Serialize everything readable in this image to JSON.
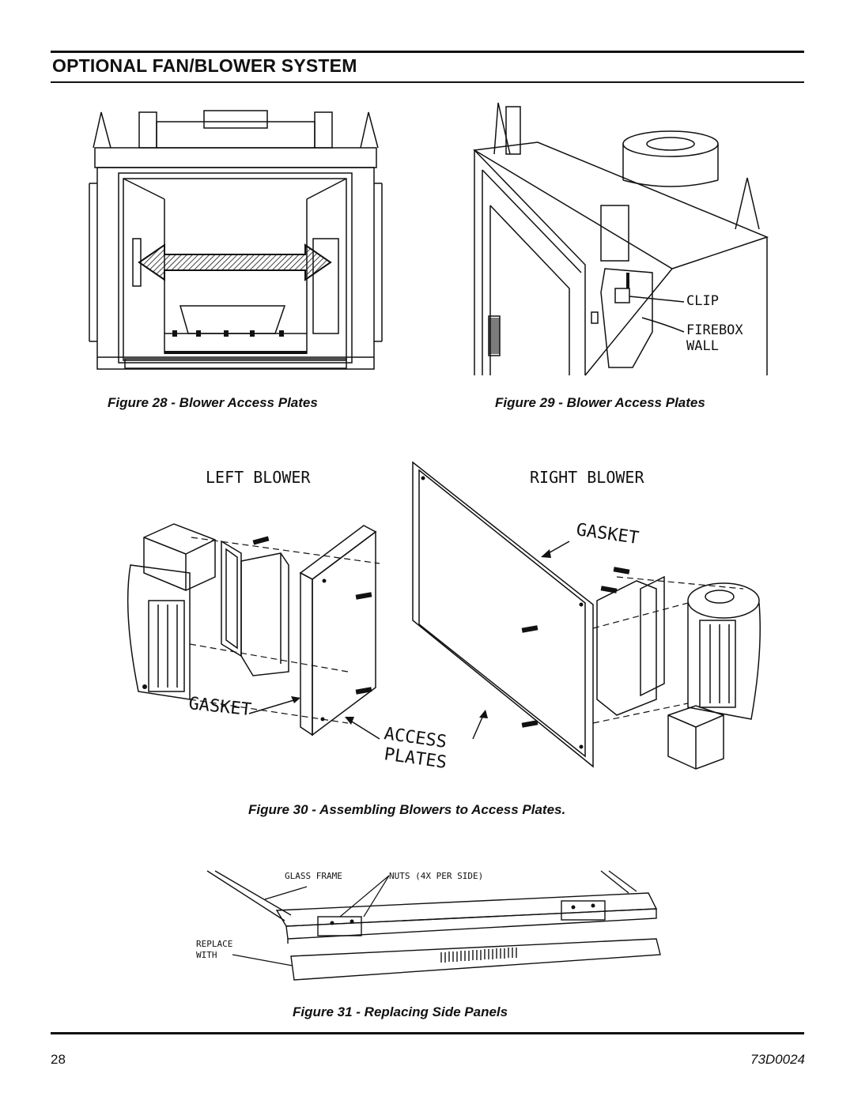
{
  "header": {
    "title": "OPTIONAL FAN/BLOWER SYSTEM"
  },
  "figures": {
    "fig28": {
      "caption": "Figure 28 - Blower Access Plates"
    },
    "fig29": {
      "caption": "Figure 29 - Blower Access Plates",
      "labels": {
        "clip": "CLIP",
        "firebox": "FIREBOX",
        "wall": "WALL"
      }
    },
    "fig30": {
      "caption": "Figure 30 - Assembling Blowers to Access Plates.",
      "labels": {
        "left_blower": "LEFT BLOWER",
        "right_blower": "RIGHT BLOWER",
        "gasket_left": "GASKET",
        "gasket_right": "GASKET",
        "access": "ACCESS",
        "plates": "PLATES"
      }
    },
    "fig31": {
      "caption": "Figure 31 - Replacing Side Panels",
      "labels": {
        "glass_frame": "GLASS FRAME",
        "nuts": "NUTS (4X PER SIDE)",
        "replace": "REPLACE",
        "with": "WITH"
      }
    }
  },
  "footer": {
    "page_number": "28",
    "doc_code": "73D0024"
  }
}
